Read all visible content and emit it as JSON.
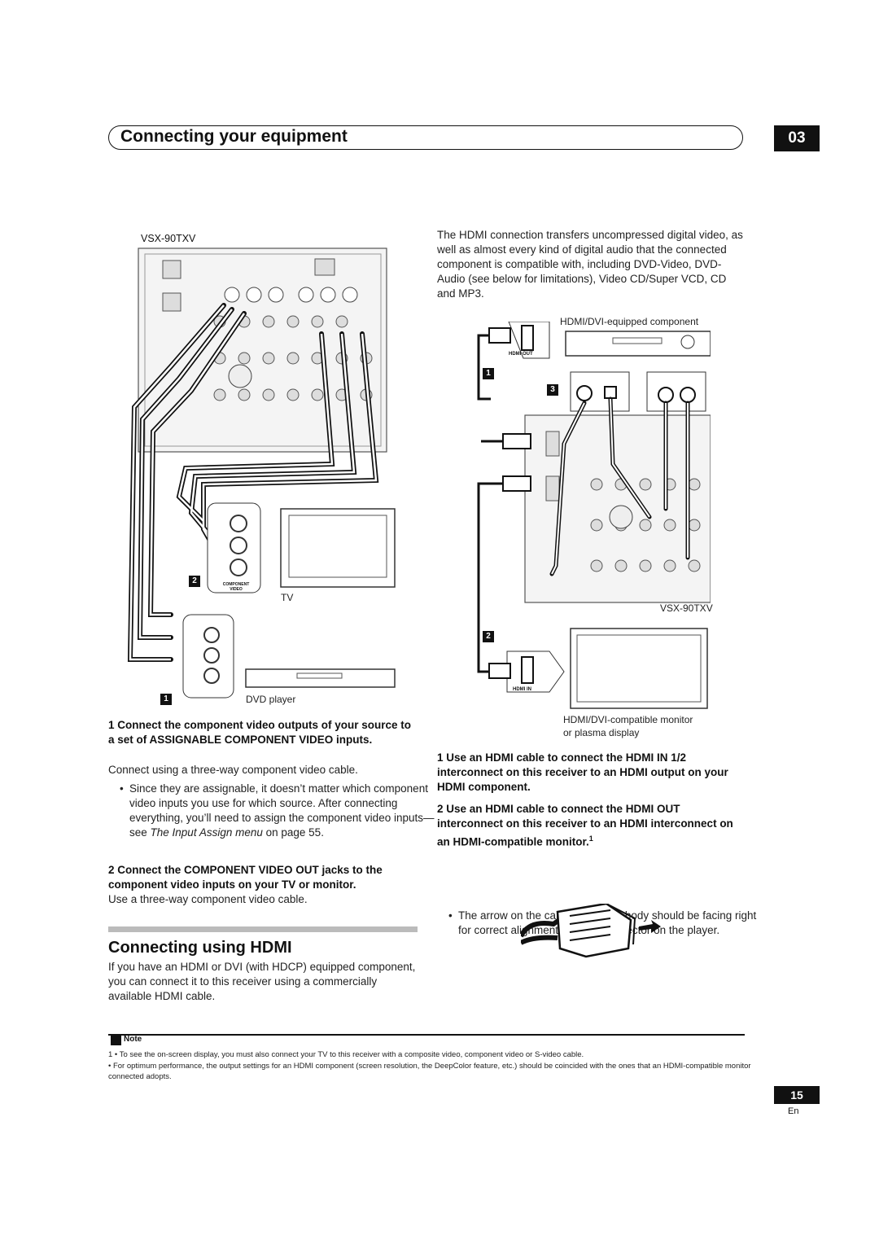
{
  "header": {
    "title": "Connecting your equipment",
    "chapter": "03"
  },
  "diagram_left": {
    "model_label": "VSX-90TXV",
    "tv_label": "TV",
    "dvd_label": "DVD player",
    "badge_1": "1",
    "badge_2": "2",
    "component_video_label": "COMPONENT VIDEO"
  },
  "diagram_right": {
    "component_label": "HDMI/DVI-equipped component",
    "model_label": "VSX-90TXV",
    "monitor_label_1": "HDMI/DVI-compatible monitor",
    "monitor_label_2": "or plasma display",
    "hdmi_out_label": "HDMI OUT",
    "hdmi_in_label": "HDMI IN",
    "badge_1": "1",
    "badge_2": "2",
    "badge_3": "3"
  },
  "left_column": {
    "step1_head": "1   Connect the component video outputs of your source to a set of ASSIGNABLE COMPONENT VIDEO inputs.",
    "step1_body": "Connect using a three-way component video cable.",
    "step1_bullet_pre": "Since they are assignable, it doesn’t matter which component video inputs you use for which source. After connecting everything, you’ll need to assign the component video inputs—see ",
    "step1_bullet_ital": "The Input Assign menu",
    "step1_bullet_post": " on page 55.",
    "step2_head": "2   Connect the COMPONENT VIDEO OUT jacks to the component video inputs on your TV or monitor.",
    "step2_body": "Use a three-way component video cable.",
    "section_title": "Connecting using HDMI",
    "section_body": "If you have an HDMI or DVI (with HDCP) equipped component, you can connect it to this receiver using a commercially available HDMI cable."
  },
  "right_column": {
    "intro": "The HDMI connection transfers uncompressed digital video, as well as almost every kind of digital audio that the connected component is compatible with, including DVD-Video, DVD-Audio (see below for limitations), Video CD/Super VCD, CD and MP3.",
    "step1_head": "1   Use an HDMI cable to connect the HDMI IN 1/2 interconnect on this receiver to an HDMI output on your HDMI component.",
    "step2_head": "2   Use an HDMI cable to connect the HDMI OUT interconnect on this receiver to an HDMI interconnect on an HDMI-compatible monitor.",
    "step2_sup": "1",
    "bullet": "The arrow on the cable connector body should be facing right for correct alignment with the connector on the player."
  },
  "note": {
    "heading": "Note",
    "fn1": "1  • To see the on-screen display, you must also connect your TV to this receiver with a composite video, component video or S-video cable.",
    "fn2": "    • For optimum performance, the output settings for an HDMI component (screen resolution, the DeepColor feature, etc.) should be coincided with the ones that an HDMI-compatible monitor connected adopts."
  },
  "footer": {
    "page": "15",
    "lang": "En"
  }
}
